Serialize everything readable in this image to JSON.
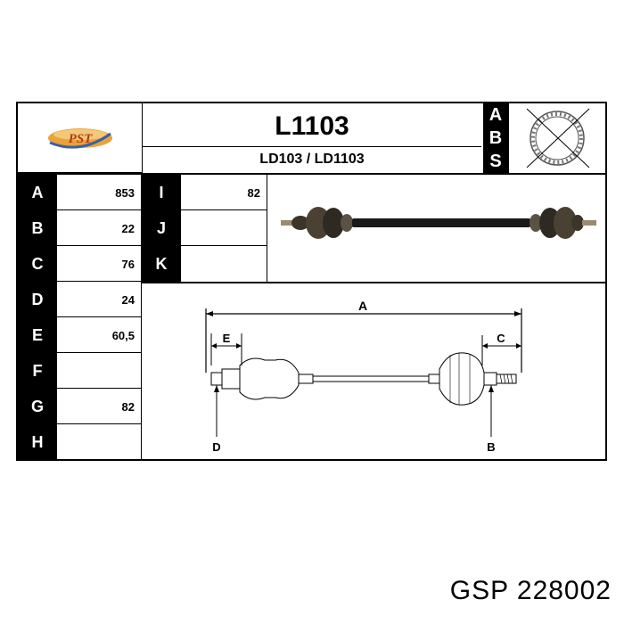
{
  "header": {
    "part_number": "L1103",
    "cross_refs": "LD103 / LD1103",
    "abs_letters": [
      "A",
      "B",
      "S"
    ]
  },
  "logo": {
    "text": "PST"
  },
  "specs_left": [
    {
      "label": "A",
      "value": "853"
    },
    {
      "label": "B",
      "value": "22"
    },
    {
      "label": "C",
      "value": "76"
    },
    {
      "label": "D",
      "value": "24"
    },
    {
      "label": "E",
      "value": "60,5"
    },
    {
      "label": "F",
      "value": ""
    },
    {
      "label": "G",
      "value": "82"
    },
    {
      "label": "H",
      "value": ""
    }
  ],
  "specs_right": [
    {
      "label": "I",
      "value": "82"
    },
    {
      "label": "J",
      "value": ""
    },
    {
      "label": "K",
      "value": ""
    }
  ],
  "diagram_labels": {
    "a": "A",
    "b": "B",
    "c": "C",
    "d": "D",
    "e": "E"
  },
  "footer": {
    "brand_code": "GSP 228002"
  },
  "colors": {
    "ink": "#000000",
    "logo_orange": "#e8a33a",
    "logo_blue": "#3a5fa8"
  }
}
